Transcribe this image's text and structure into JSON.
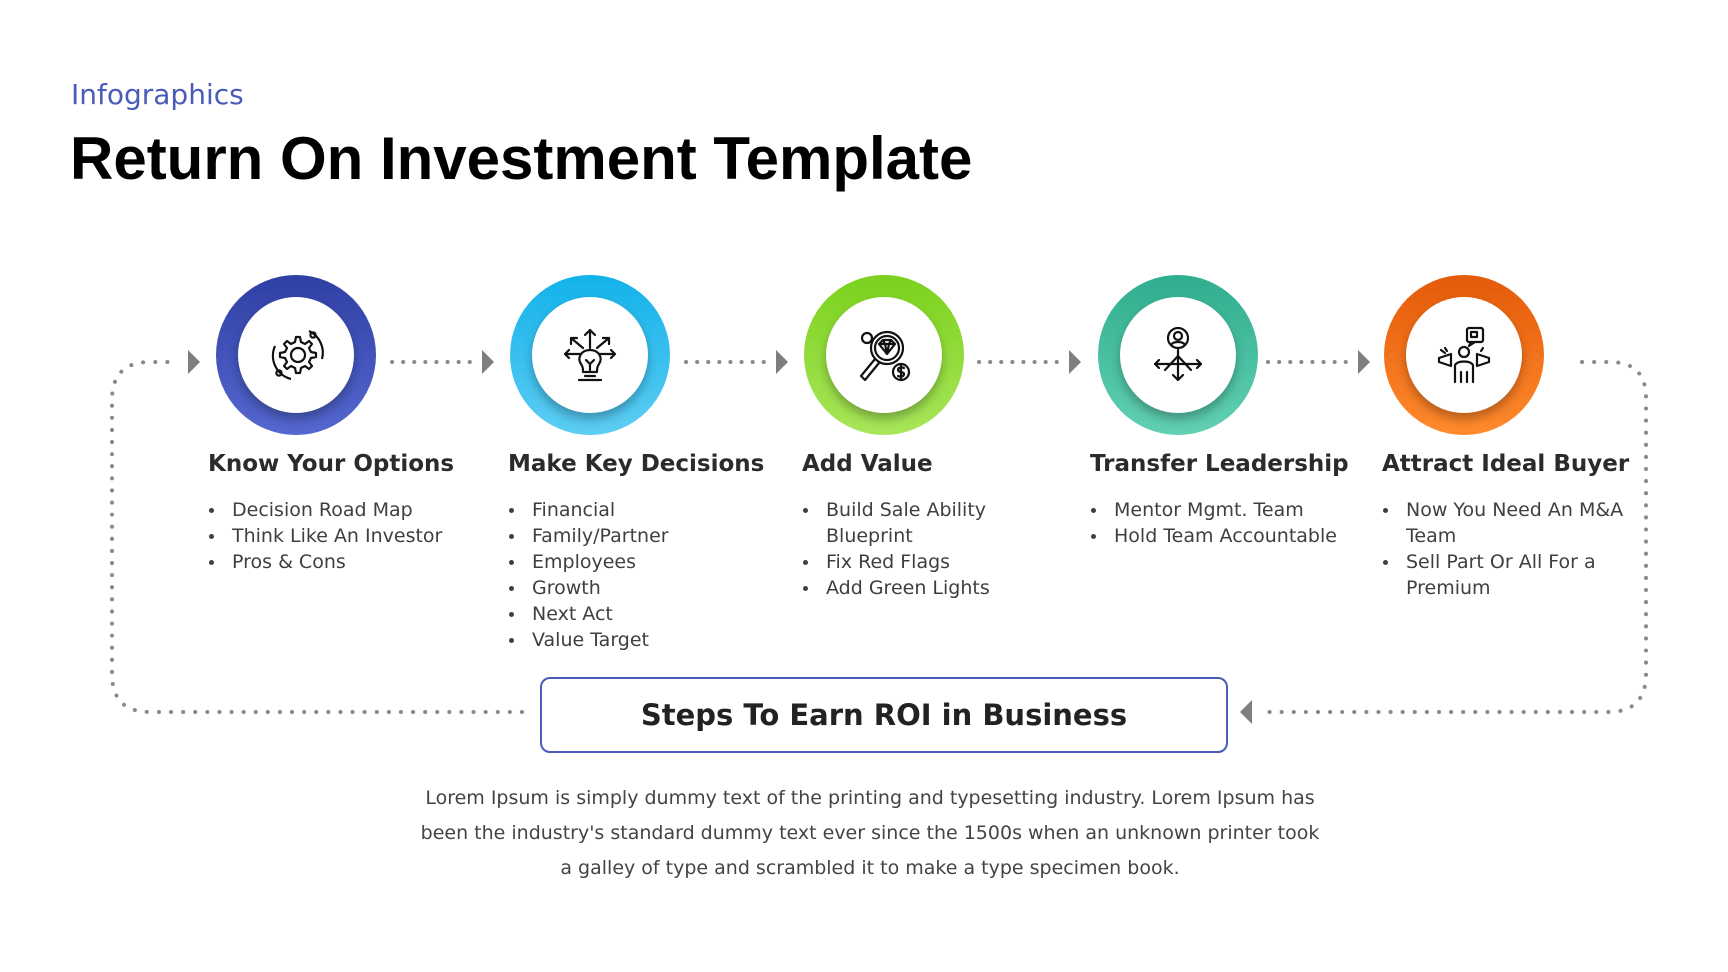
{
  "header": {
    "subtitle": "Infographics",
    "title": "Return On Investment Template"
  },
  "steps": [
    {
      "title": "Know Your Options",
      "icon": "gear-icon",
      "color_start": "#2f3fa3",
      "color_end": "#5567d0",
      "bullets": [
        "Decision Road Map",
        "Think Like An Investor",
        "Pros & Cons"
      ]
    },
    {
      "title": "Make Key Decisions",
      "icon": "decision-icon",
      "color_start": "#13b2ea",
      "color_end": "#5dcdf3",
      "bullets": [
        "Financial",
        "Family/Partner",
        "Employees",
        "Growth",
        "Next Act",
        "Value Target"
      ]
    },
    {
      "title": "Add Value",
      "icon": "diamond-magnifier-icon",
      "color_start": "#7bd11c",
      "color_end": "#a8e65a",
      "bullets": [
        "Build Sale Ability Blueprint",
        "Fix Red Flags",
        "Add Green Lights"
      ]
    },
    {
      "title": "Transfer Leadership",
      "icon": "leader-arrows-icon",
      "color_start": "#2fae8f",
      "color_end": "#62d0b2",
      "bullets": [
        "Mentor Mgmt. Team",
        "Hold Team Accountable"
      ]
    },
    {
      "title": "Attract Ideal Buyer",
      "icon": "megaphone-person-icon",
      "color_start": "#e45a09",
      "color_end": "#ff8a2c",
      "bullets": [
        "Now You Need An M&A Team",
        "Sell Part Or All For a Premium"
      ]
    }
  ],
  "center_label": "Steps To Earn ROI in Business",
  "description": "Lorem Ipsum is simply dummy text of the printing and typesetting industry. Lorem Ipsum has been the industry's standard dummy text ever since the 1500s when an unknown printer took a galley of type and scrambled it to make a type specimen book.",
  "colors": {
    "accent": "#4a5bb8",
    "connector": "#8a8a8a"
  }
}
